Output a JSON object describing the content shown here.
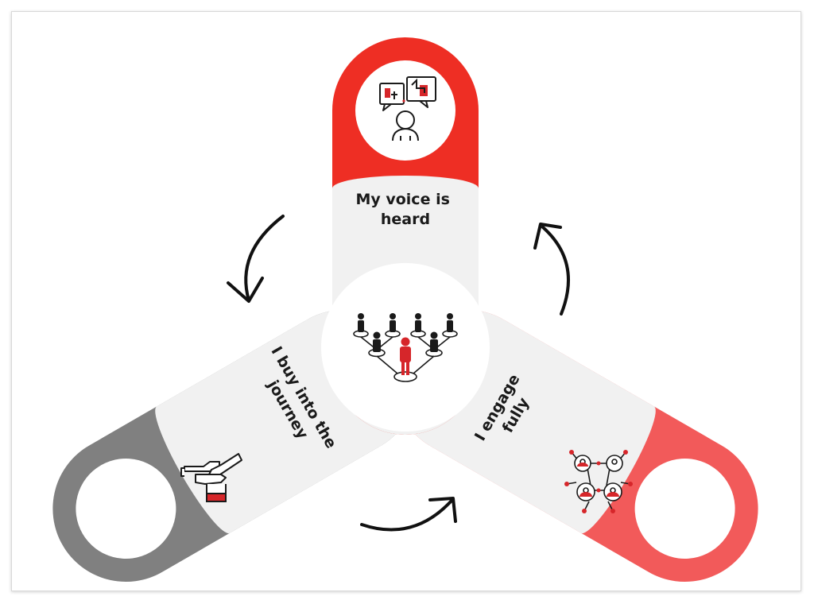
{
  "diagram": {
    "colors": {
      "top_arm": "#ee2e24",
      "left_arm": "#f25a5a",
      "right_arm": "#808080",
      "light_band": "#f1f1f1",
      "center": "#ffffff",
      "icon_accent": "#d6262a",
      "arrow": "#111111"
    },
    "arms": [
      {
        "id": "top",
        "label_lines": [
          "My voice is",
          "heard"
        ],
        "icon": "feedback-person-icon"
      },
      {
        "id": "left",
        "label_lines": [
          "I buy into the",
          "journey"
        ],
        "icon": "handshake-icon"
      },
      {
        "id": "right",
        "label_lines": [
          "I engage",
          "fully"
        ],
        "icon": "network-people-icon"
      }
    ],
    "center_icon": "team-hierarchy-icon",
    "cycle_arrows": [
      "arrow-top-to-left",
      "arrow-left-to-right",
      "arrow-right-to-top"
    ]
  }
}
